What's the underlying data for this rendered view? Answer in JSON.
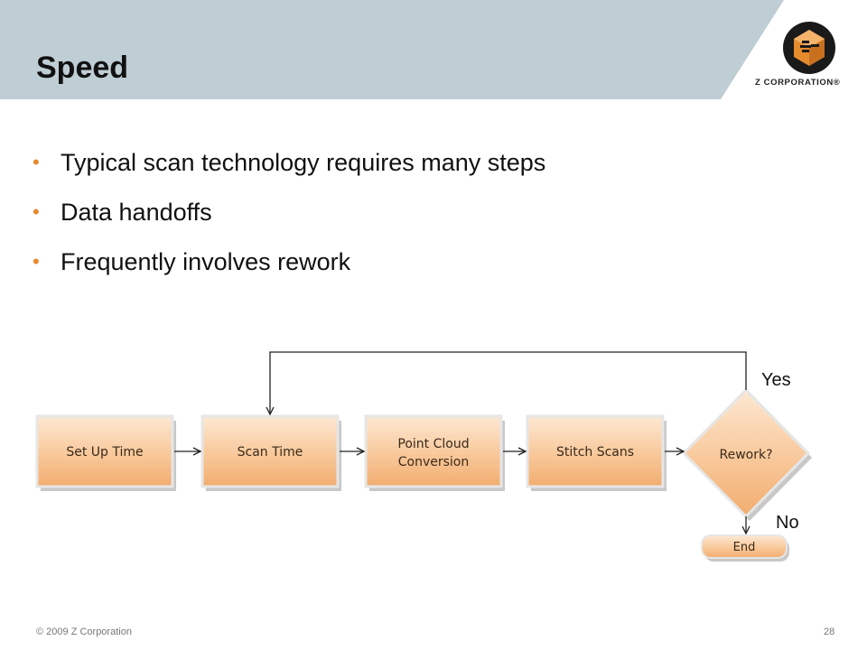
{
  "slide": {
    "title": "Speed",
    "bullets": [
      "Typical scan technology requires many steps",
      "Data handoffs",
      "Frequently involves rework"
    ]
  },
  "logo": {
    "name": "zcorp-cube-icon",
    "text": "Z CORPORATION®"
  },
  "flowchart": {
    "steps": [
      {
        "line1": "Set  Up Time",
        "line2": ""
      },
      {
        "line1": "Scan Time",
        "line2": ""
      },
      {
        "line1": "Point Cloud",
        "line2": "Conversion"
      },
      {
        "line1": "Stitch Scans",
        "line2": ""
      }
    ],
    "decision": "Rework?",
    "end": "End",
    "yes_label": "Yes",
    "no_label": "No"
  },
  "footer": {
    "copyright": "© 2009 Z Corporation",
    "page_number": "28"
  },
  "colors": {
    "header": "#bfcdd4",
    "accent": "#e4892d",
    "box_light": "#fde3c9",
    "box_dark": "#f2ac70"
  }
}
